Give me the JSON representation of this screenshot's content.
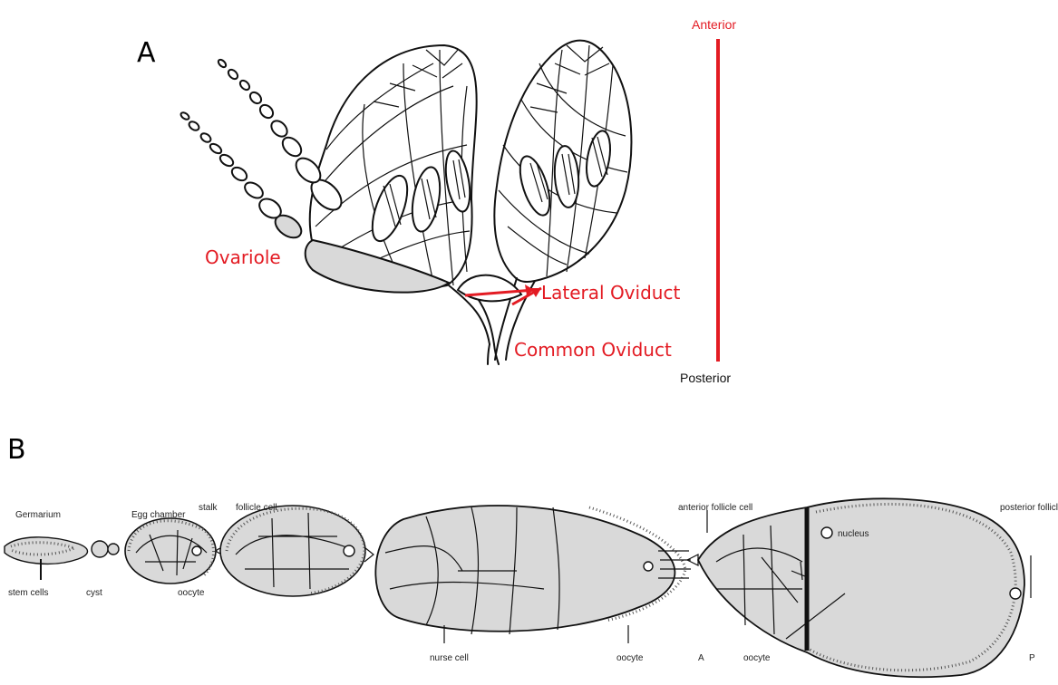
{
  "panel_a": {
    "label": "A",
    "ovariole_label": "Ovariole",
    "lateral_oviduct_label": "Lateral Oviduct",
    "common_oviduct_label": "Common Oviduct",
    "anterior_label": "Anterior",
    "posterior_label": "Posterior"
  },
  "panel_b": {
    "label": "B",
    "germarium_label": "Germarium",
    "egg_chamber_label": "Egg chamber",
    "stalk_label": "stalk",
    "follicle_cell_label": "follicle cell",
    "anterior_follicle_cell_label": "anterior follicle cell",
    "posterior_follicle_cell_label": "posterior follicle cell",
    "nucleus_label": "nucleus",
    "stem_cells_label": "stem cells",
    "cyst_label": "cyst",
    "oocyte_label": "oocyte",
    "nurse_cell_label": "nurse cell",
    "oocyte_label_2": "oocyte",
    "a_label": "A",
    "oocyte_label_3": "oocyte",
    "p_label": "P"
  },
  "colors": {
    "red": "#e31b23",
    "gray_fill": "#d9d9d9",
    "black": "#111111"
  }
}
